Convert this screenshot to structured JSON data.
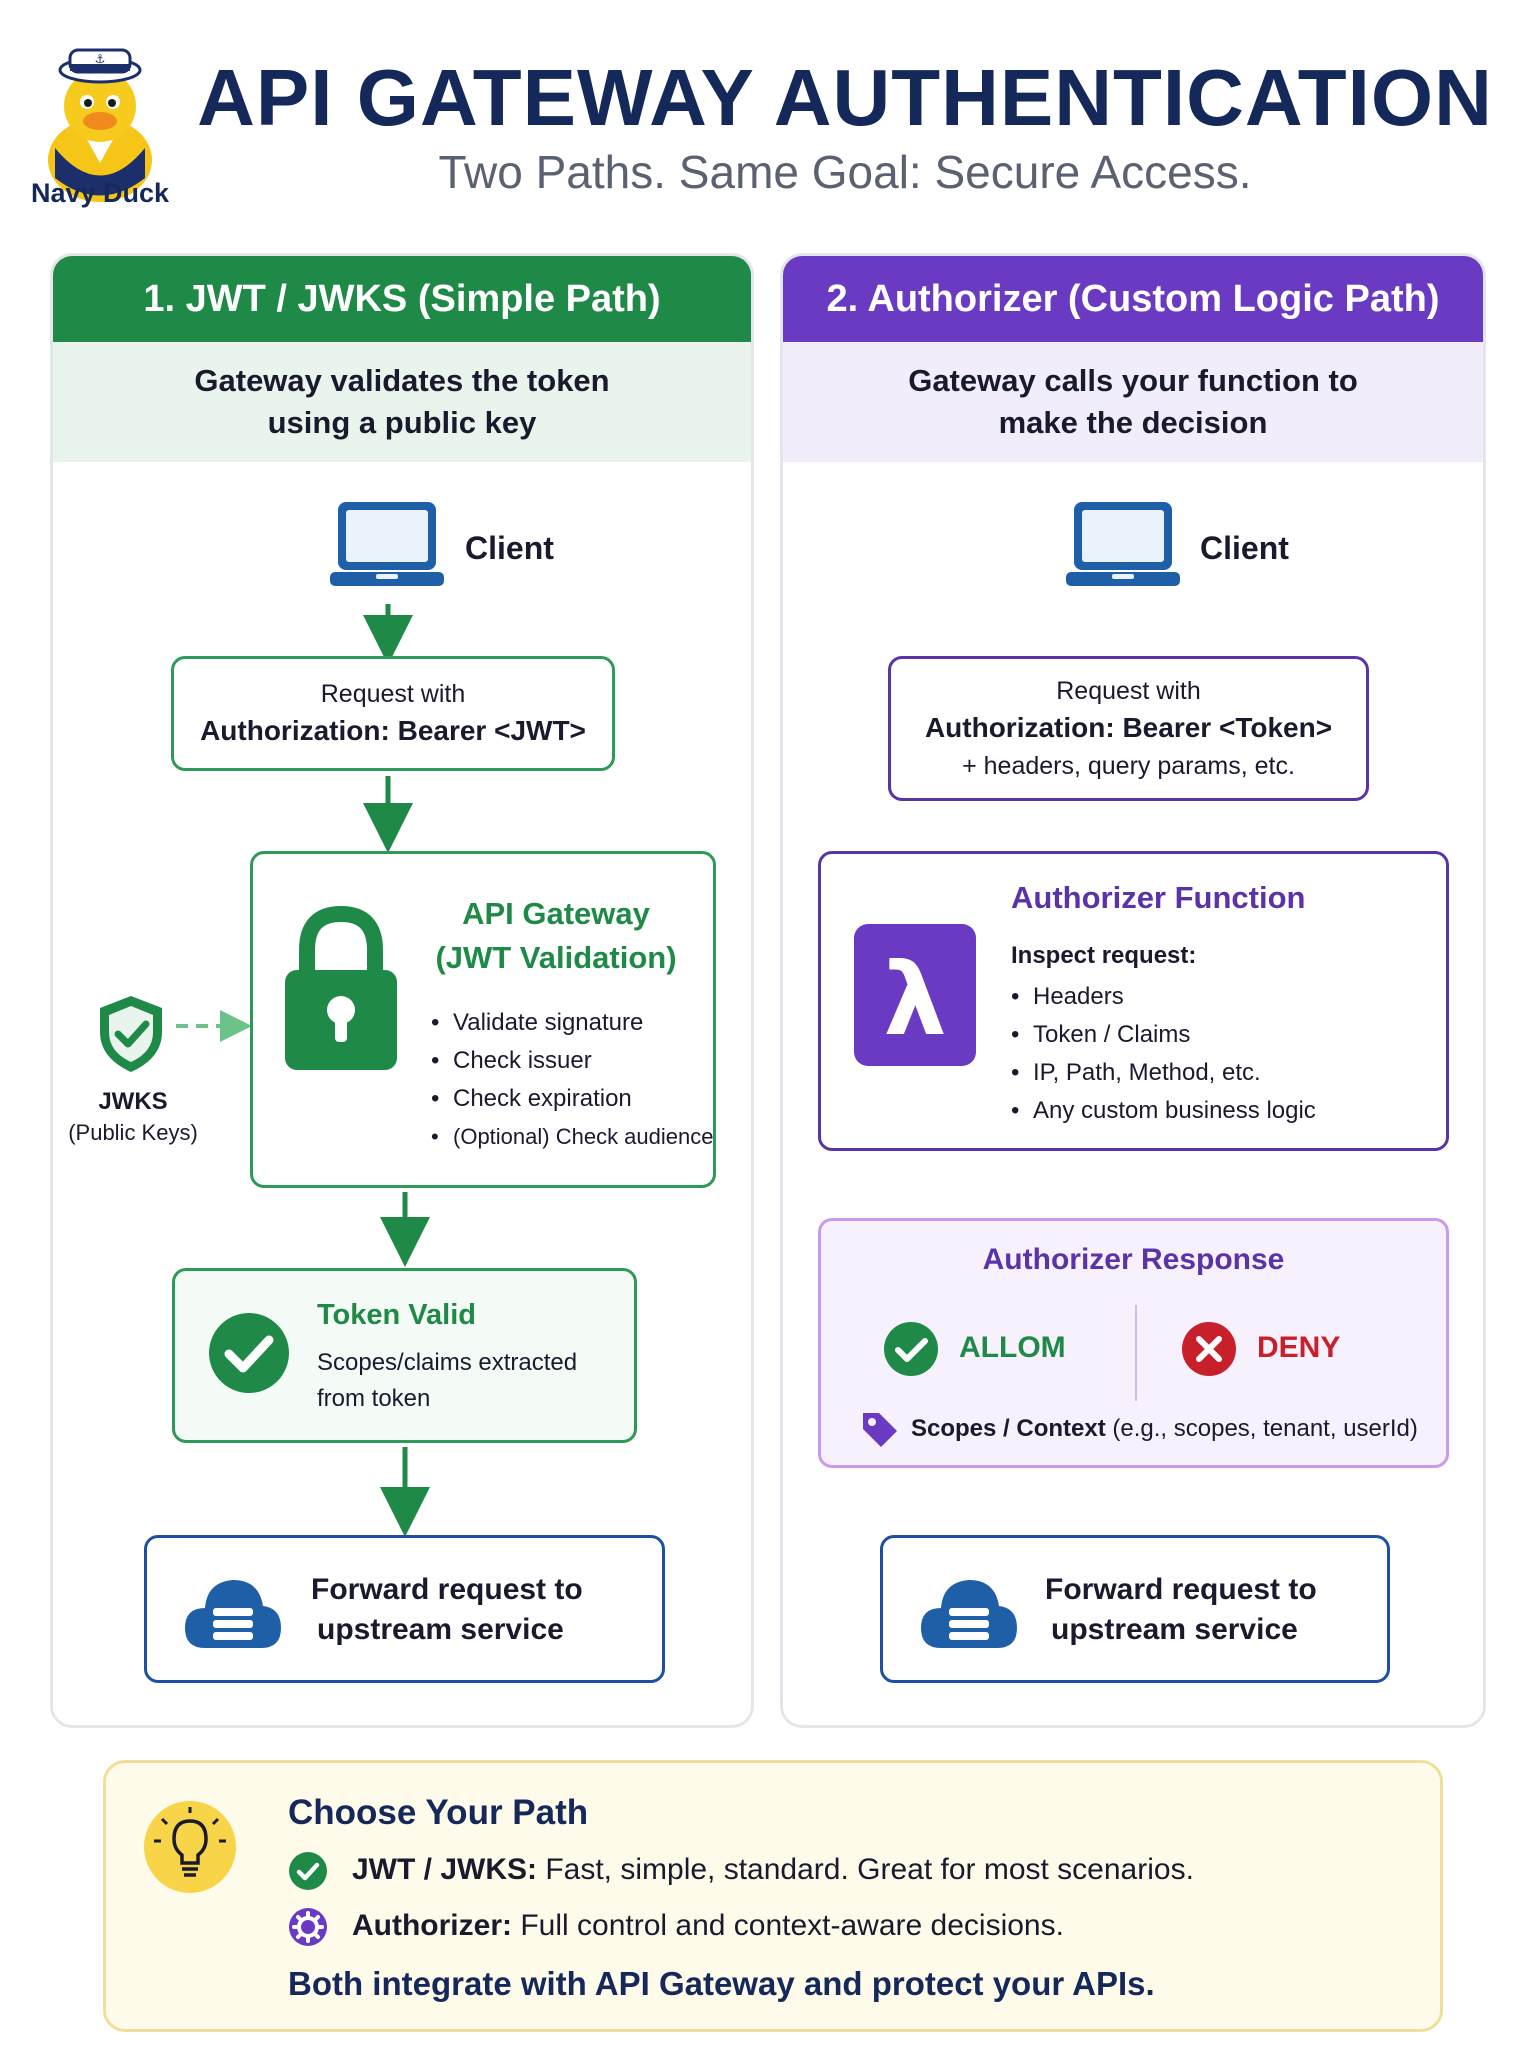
{
  "header": {
    "logo_label": "Navy Duck",
    "title": "API GATEWAY AUTHENTICATION",
    "subtitle": "Two Paths. Same Goal: Secure Access."
  },
  "left": {
    "heading": "1. JWT / JWKS (Simple Path)",
    "subheading_line1": "Gateway validates the token",
    "subheading_line2": "using a public key",
    "client_label": "Client",
    "request": {
      "line1": "Request with",
      "line2": "Authorization: Bearer <JWT>"
    },
    "gateway": {
      "title_line1": "API Gateway",
      "title_line2": "(JWT Validation)",
      "bullets": [
        "Validate signature",
        "Check issuer",
        "Check expiration",
        "(Optional) Check audience"
      ]
    },
    "jwks": {
      "label": "JWKS",
      "sublabel": "(Public Keys)"
    },
    "token_valid": {
      "title": "Token Valid",
      "line1": "Scopes/claims extracted",
      "line2": "from token"
    },
    "forward": {
      "line1": "Forward request to",
      "line2": "upstream service"
    }
  },
  "right": {
    "heading": "2. Authorizer (Custom Logic Path)",
    "subheading_line1": "Gateway calls your function to",
    "subheading_line2": "make the decision",
    "client_label": "Client",
    "request": {
      "line1": "Request with",
      "line2": "Authorization: Bearer <Token>",
      "line3": "+ headers, query params, etc."
    },
    "function": {
      "title": "Authorizer Function",
      "inspect_label": "Inspect request:",
      "bullets": [
        "Headers",
        "Token / Claims",
        "IP, Path, Method, etc.",
        "Any custom business logic"
      ]
    },
    "response": {
      "title": "Authorizer Response",
      "allow_label": "ALLOM",
      "deny_label": "DENY",
      "context_bold": "Scopes / Context",
      "context_rest": " (e.g., scopes, tenant, userId)"
    },
    "forward": {
      "line1": "Forward request to",
      "line2": "upstream service"
    }
  },
  "summary": {
    "title": "Choose Your Path",
    "row1_bold": "JWT / JWKS:",
    "row1_rest": " Fast, simple, standard. Great for most scenarios.",
    "row2_bold": "Authorizer:",
    "row2_rest": " Full control and context-aware decisions.",
    "footer": "Both integrate with API Gateway and protect your APIs."
  },
  "icons": {
    "logo": "sailor-duck-icon",
    "client": "laptop-icon",
    "lock": "padlock-icon",
    "shield": "shield-check-icon",
    "check": "check-circle-icon",
    "deny": "x-circle-icon",
    "lambda": "lambda-icon",
    "cloud": "cloud-server-icon",
    "tag": "tag-icon",
    "bulb": "lightbulb-icon",
    "gear": "gear-icon"
  },
  "colors": {
    "green": "#1f8a47",
    "purple": "#6a3bc2",
    "navy": "#14285a",
    "blue": "#1f4fa0",
    "red": "#c8202a"
  }
}
